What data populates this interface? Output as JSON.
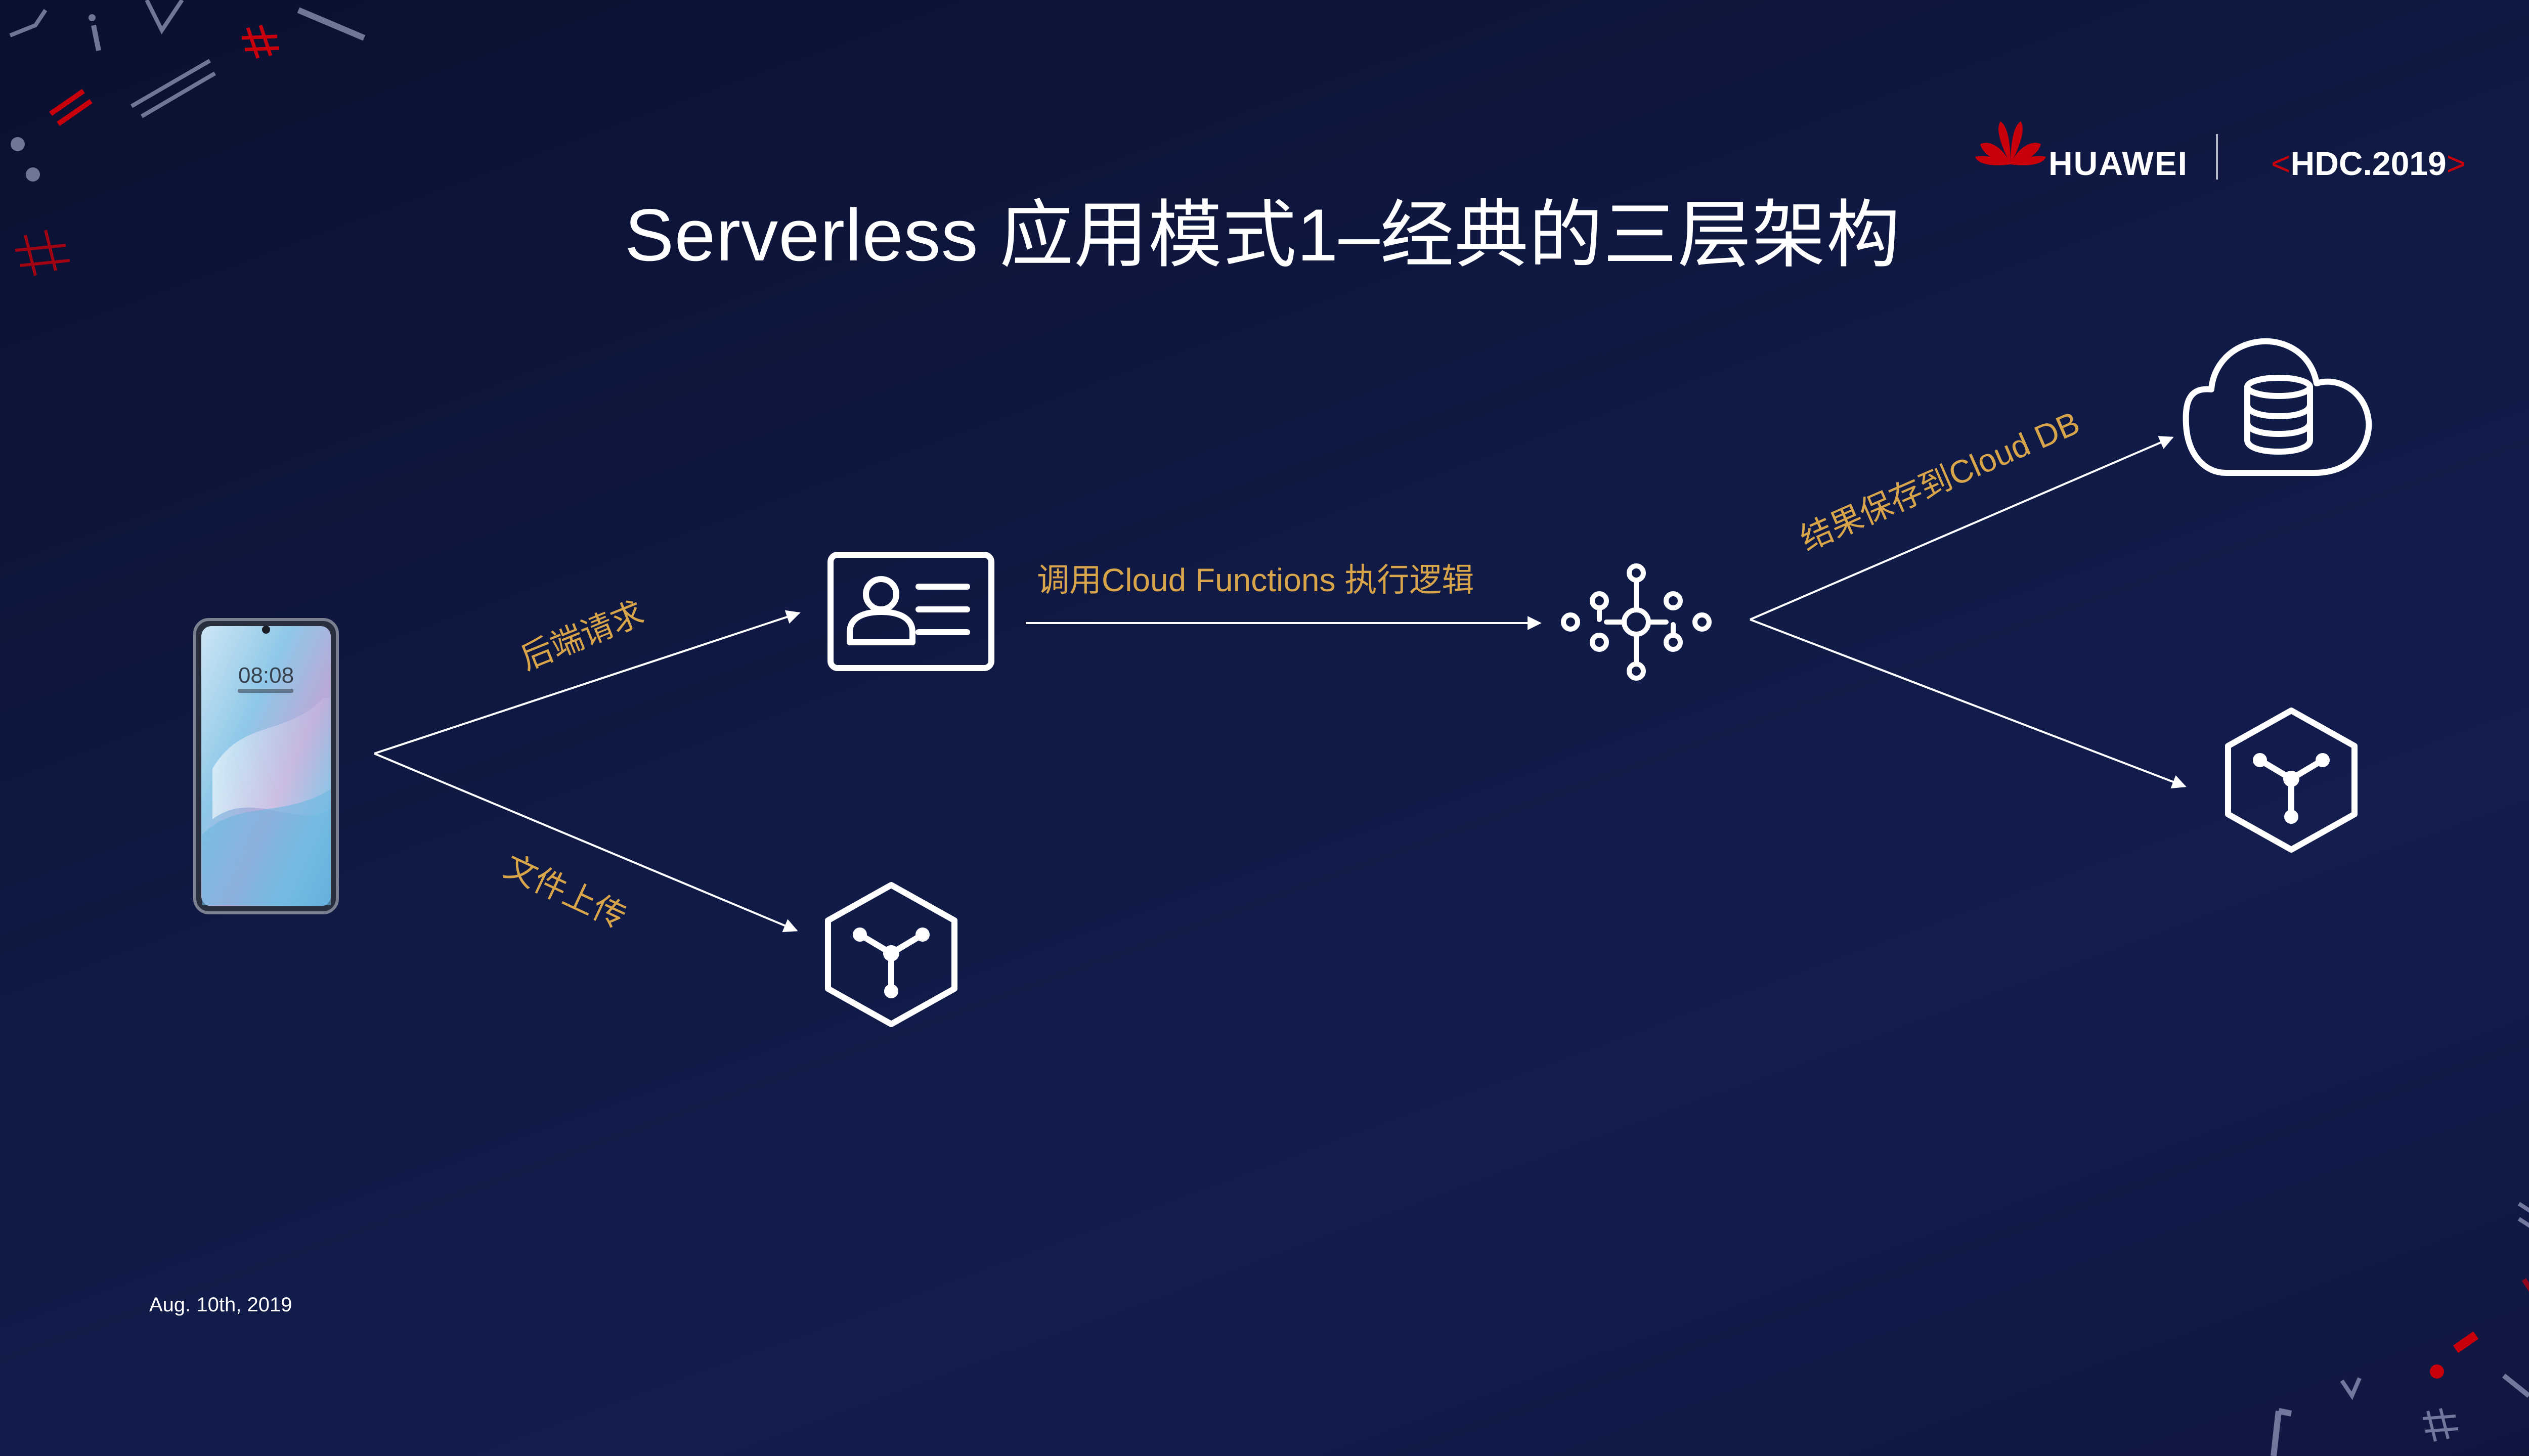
{
  "slide": {
    "title": "Serverless 应用模式1–经典的三层架构",
    "date": "Aug. 10th, 2019"
  },
  "brand": {
    "name": "HUAWEI",
    "event": "HDC.2019",
    "bracket_left": "<",
    "bracket_right": ">",
    "logo_color": "#c7000b"
  },
  "phone": {
    "time": "08:08"
  },
  "diagram": {
    "labels": {
      "request": "后端请求",
      "upload": "文件上传",
      "call": "调用Cloud Functions 执行逻辑",
      "save": "结果保存到Cloud DB"
    },
    "nodes": [
      {
        "id": "client",
        "icon": "smartphone-icon"
      },
      {
        "id": "gateway",
        "icon": "id-card-icon"
      },
      {
        "id": "storage-left",
        "icon": "hexagon-node-icon"
      },
      {
        "id": "functions",
        "icon": "function-graph-icon"
      },
      {
        "id": "database",
        "icon": "cloud-database-icon"
      },
      {
        "id": "storage-right",
        "icon": "hexagon-node-icon"
      }
    ],
    "colors": {
      "label": "#d9a54a",
      "line": "#ffffff",
      "accent": "#c7000b"
    }
  }
}
